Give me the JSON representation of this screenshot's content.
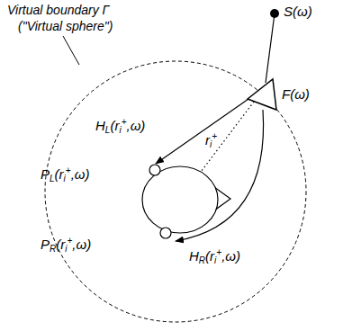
{
  "diagram": {
    "labels": [
      "Virtual boundary Γ",
      "(\"Virtual sphere\")",
      "S(ω)",
      "F(ω)",
      "HL(ri+,ω)",
      "ri+",
      "PL(ri+,ω)",
      "PR(ri+,ω)",
      "HR(ri+,ω)"
    ]
  }
}
